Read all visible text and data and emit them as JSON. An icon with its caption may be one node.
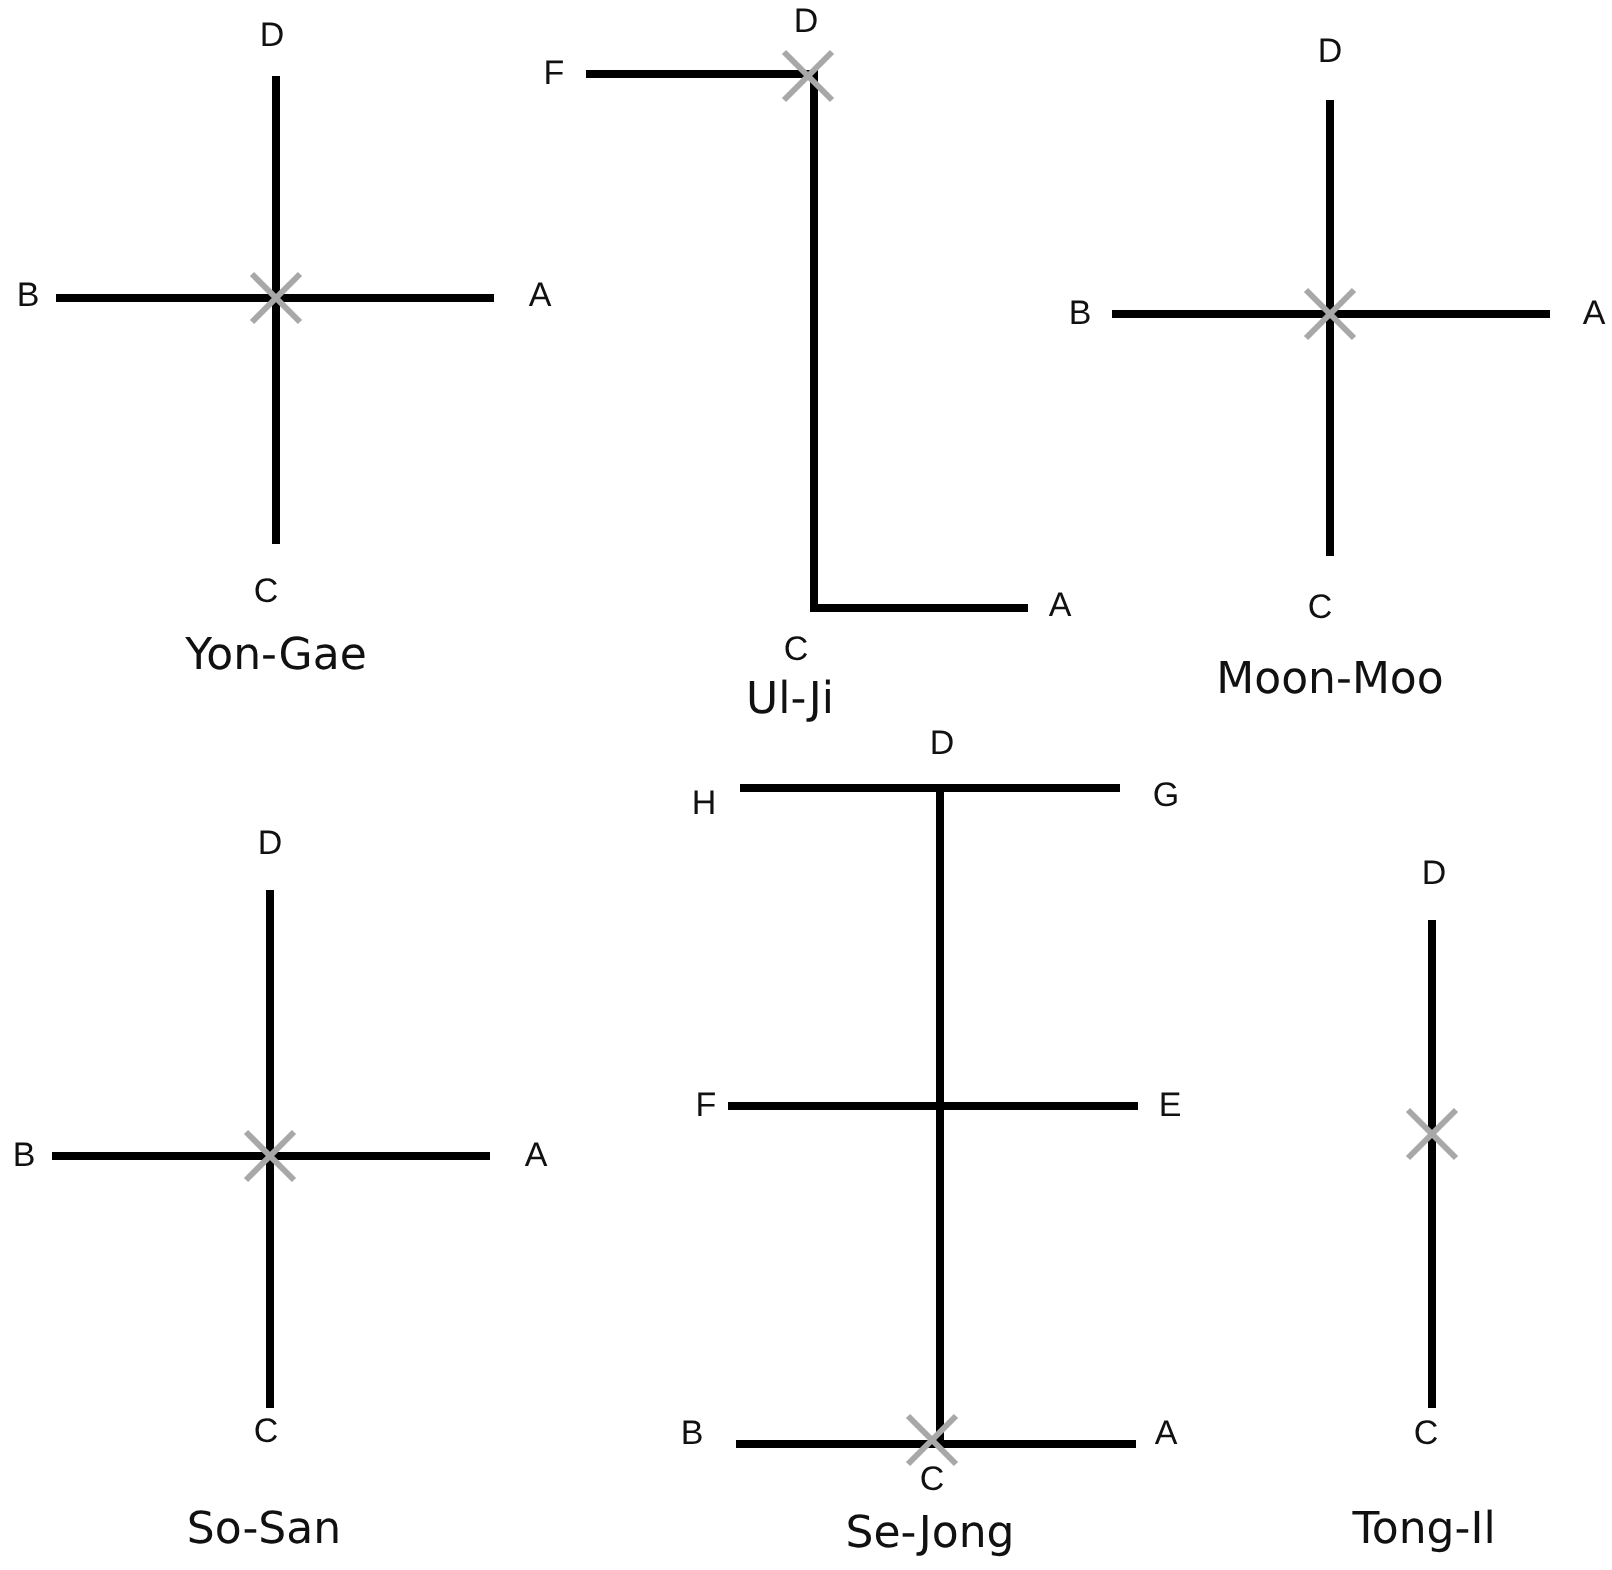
{
  "diagram": {
    "labels": [
      "D",
      "B",
      "A",
      "C",
      "Yon-Gae",
      "F",
      "D",
      "A",
      "C",
      "Ul-Ji",
      "D",
      "B",
      "A",
      "C",
      "Moon-Moo",
      "D",
      "B",
      "A",
      "C",
      "So-San",
      "H",
      "D",
      "G",
      "F",
      "E",
      "B",
      "A",
      "C",
      "Se-Jong",
      "D",
      "C",
      "Tong-Il"
    ]
  }
}
